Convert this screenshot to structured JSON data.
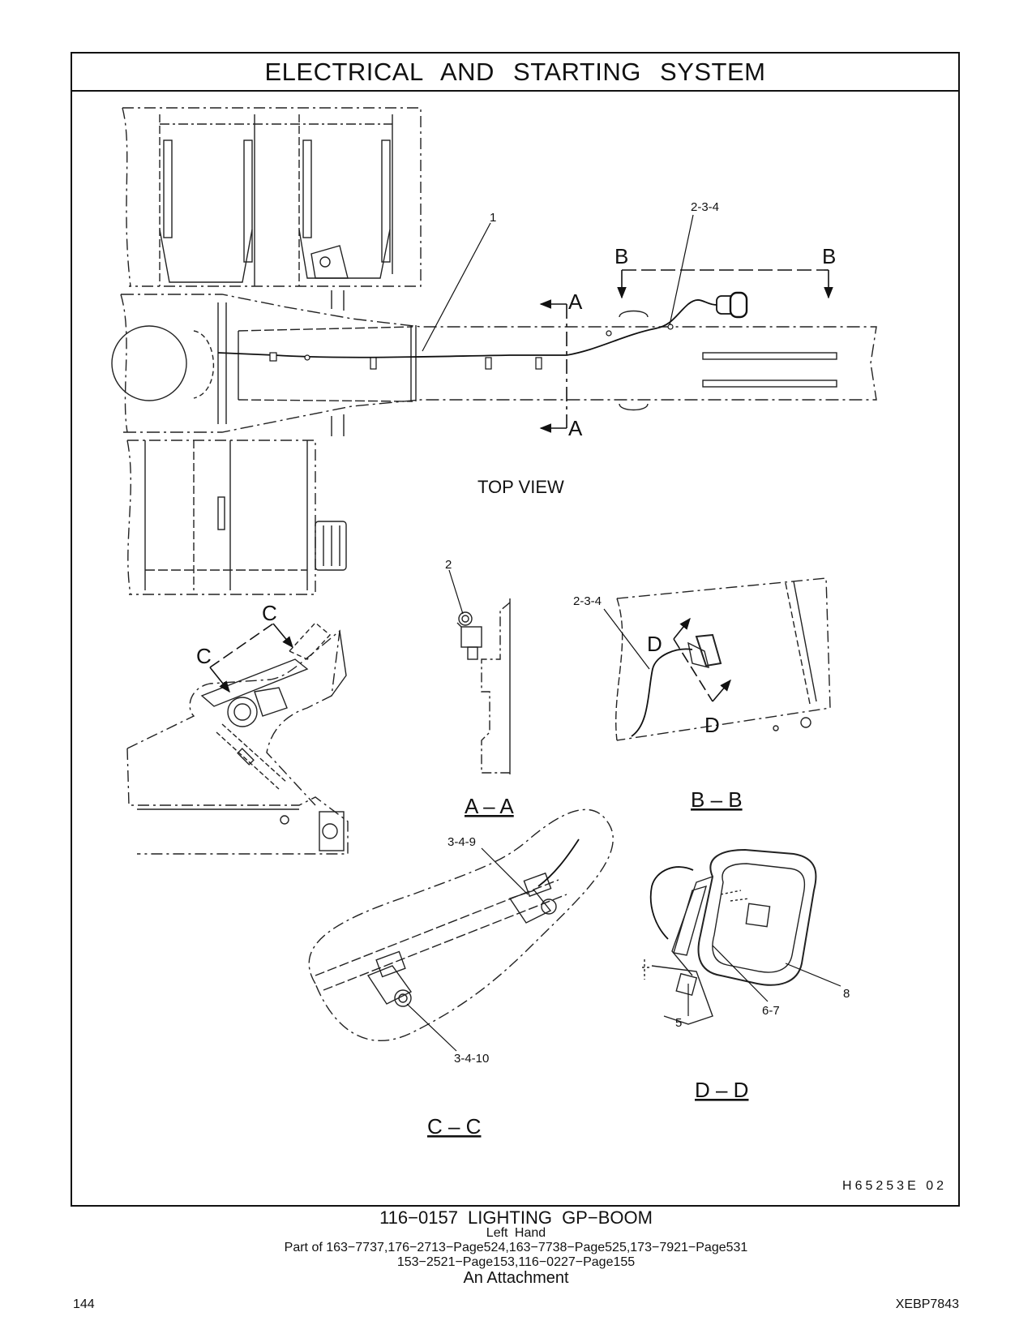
{
  "header": {
    "title": "ELECTRICAL AND STARTING SYSTEM"
  },
  "views": {
    "top_view": "TOP VIEW",
    "section_aa": "A – A",
    "section_bb": "B – B",
    "section_cc": "C – C",
    "section_dd": "D – D"
  },
  "section_markers": {
    "a": "A",
    "b": "B",
    "c": "C",
    "d": "D"
  },
  "callouts": {
    "c1": "1",
    "c234_top": "2-3-4",
    "c2": "2",
    "c234_bb": "2-3-4",
    "c349": "3-4-9",
    "c3410": "3-4-10",
    "c5": "5",
    "c67": "6-7",
    "c8": "8"
  },
  "drawing_code": "H65253E   02",
  "caption": {
    "title": "116−0157 LIGHTING GP−BOOM",
    "side": "Left Hand",
    "part_of_line1": "Part of 163−7737,176−2713−Page524,163−7738−Page525,173−7921−Page531",
    "part_of_line2": "153−2521−Page153,116−0227−Page155",
    "attachment": "An Attachment"
  },
  "footer": {
    "page_number": "144",
    "document_id": "XEBP7843"
  }
}
